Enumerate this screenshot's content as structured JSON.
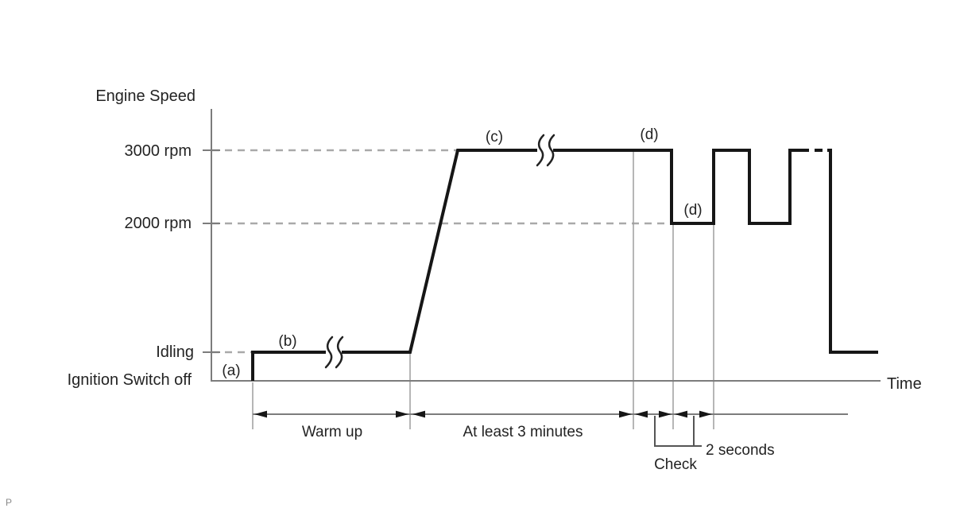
{
  "axes": {
    "y_title": "Engine Speed",
    "x_title": "Time",
    "y_labels": {
      "rpm_3000": "3000 rpm",
      "rpm_2000": "2000 rpm",
      "idling": "Idling",
      "ignition_off": "Ignition Switch off"
    }
  },
  "phase_labels": {
    "a": "(a)",
    "b": "(b)",
    "c": "(c)",
    "d_high": "(d)",
    "d_low": "(d)"
  },
  "annotations": {
    "warm_up": "Warm up",
    "at_least_3_minutes": "At least 3 minutes",
    "check": "Check",
    "two_seconds": "2 seconds"
  },
  "footer": {
    "stray_char": "P"
  },
  "colors": {
    "trace": "#161616",
    "axis": "#7c7c7c",
    "guide_dash": "#a9a9a9",
    "extension_line": "#9d9d9d",
    "text": "#232323"
  },
  "chart_data": {
    "type": "line",
    "xlabel": "Time",
    "ylabel": "Engine Speed",
    "y_levels": [
      "Ignition Switch off",
      "Idling",
      "2000 rpm",
      "3000 rpm"
    ],
    "sequence": [
      {
        "phase": "(a)",
        "level": "Ignition Switch off"
      },
      {
        "phase": "(b)",
        "level": "Idling",
        "span": "Warm up"
      },
      {
        "phase": "(c)",
        "level": "3000 rpm",
        "span": "At least 3 minutes"
      },
      {
        "phase": "(d)",
        "level": "3000 rpm"
      },
      {
        "phase": "(d)",
        "level": "2000 rpm",
        "span": "2 seconds",
        "note": "Check"
      },
      {
        "level": "3000 rpm"
      },
      {
        "level": "2000 rpm"
      },
      {
        "level": "3000 rpm"
      },
      {
        "level": "Idling"
      }
    ],
    "grid": false,
    "legend": false
  }
}
